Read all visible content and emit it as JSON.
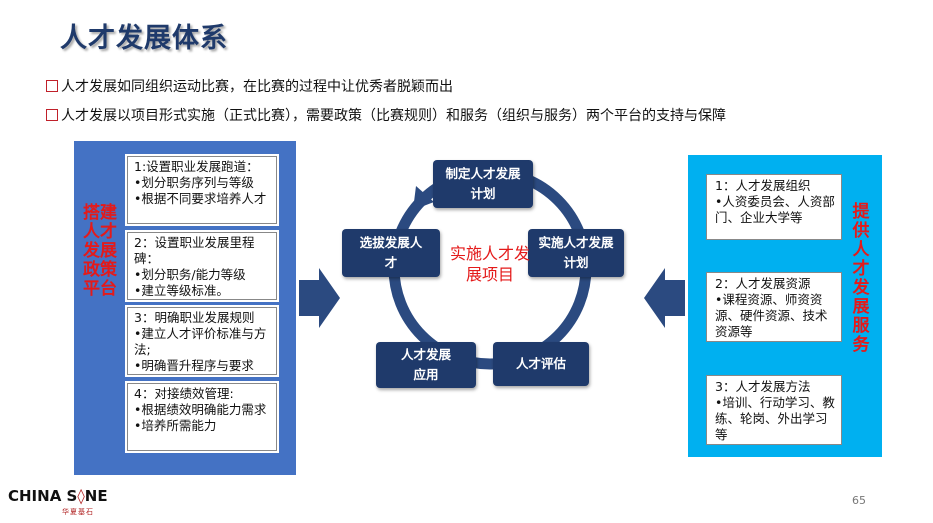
{
  "page_title": "人才发展体系",
  "bullets": [
    "人才发展如同组织运动比赛，在比赛的过程中让优秀者脱颖而出",
    "人才发展以项目形式实施（正式比赛），需要政策（比赛规则）和服务（组织与服务）两个平台的支持与保障"
  ],
  "left_panel": {
    "label": "搭建人才发展政策平台",
    "boxes": [
      {
        "lines": [
          "1:设置职业发展跑道：",
          "•划分职务序列与等级",
          "•根据不同要求培养人才"
        ]
      },
      {
        "lines": [
          "2：设置职业发展里程碑：",
          "•划分职务/能力等级",
          "•建立等级标准。"
        ]
      },
      {
        "lines": [
          "3：明确职业发展规则",
          "•建立人才评价标准与方法;",
          "•明确晋升程序与要求"
        ]
      },
      {
        "lines": [
          "4：对接绩效管理:",
          "•根据绩效明确能力需求",
          "•培养所需能力"
        ]
      }
    ]
  },
  "right_panel": {
    "label": "提供人才发展服务",
    "boxes": [
      {
        "lines": [
          "1：人才发展组织",
          "•人资委员会、人资部门、企业大学等"
        ]
      },
      {
        "lines": [
          "2：人才发展资源",
          "•课程资源、师资资源、硬件资源、技术资源等"
        ]
      },
      {
        "lines": [
          "3：人才发展方法",
          "•培训、行动学习、教练、轮岗、外出学习等"
        ]
      }
    ]
  },
  "cycle": {
    "center": "实施人才发展项目",
    "nodes": [
      "制定人才发展计划",
      "实施人才发展计划",
      "人才评估",
      "人才发展应用",
      "选拔发展人才"
    ]
  },
  "colors": {
    "node": "#1f3a6b",
    "left_panel": "#4472c4",
    "right_panel": "#00b0f0",
    "accent_red": "#e41a1a",
    "arrow": "#2b4a80"
  },
  "page_number": "65",
  "logo": {
    "text_a": "CHINA S",
    "text_b": "NE",
    "sub": "华夏基石"
  }
}
